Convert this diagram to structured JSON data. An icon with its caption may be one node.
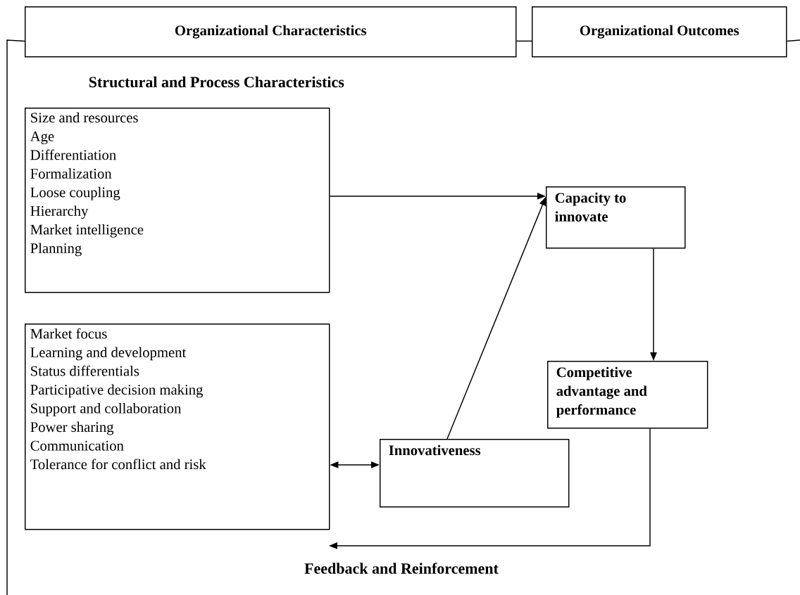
{
  "diagram": {
    "nodes": [
      {
        "text": [
          "Organizational Characteristics"
        ]
      },
      {
        "text": [
          "Organizational Outcomes"
        ]
      },
      {
        "text": [
          "Structural and Process Characteristics",
          "Size and resources",
          "Age",
          "Differentiation",
          "Formalization",
          "Loose coupling",
          "Hierarchy",
          "Market intelligence",
          "Planning"
        ]
      },
      {
        "text": [
          "Market focus",
          "Learning and development",
          "Status differentials",
          "Participative decision making",
          "Support and collaboration",
          "Power sharing",
          "Communication",
          "Tolerance for conflict and risk"
        ]
      },
      {
        "text": [
          "Capacity to innovate"
        ]
      },
      {
        "text": [
          "Competitive advantage and performance"
        ]
      },
      {
        "text": [
          "Innovativeness"
        ]
      }
    ],
    "edges": [
      {
        "from": null,
        "to": 0,
        "arrow": "none"
      },
      {
        "from": 0,
        "to": 1,
        "arrow": "none"
      },
      {
        "from": 1,
        "to": null,
        "arrow": "none"
      },
      {
        "from": 2,
        "to": 4,
        "arrow": "to"
      },
      {
        "from": 6,
        "to": 4,
        "arrow": "to"
      },
      {
        "from": 4,
        "to": 5,
        "arrow": "to"
      },
      {
        "from": 3,
        "to": 6,
        "arrow": "both"
      },
      {
        "from": 5,
        "to": null,
        "arrow": "to",
        "label": "Feedback and Reinforcement"
      }
    ]
  }
}
